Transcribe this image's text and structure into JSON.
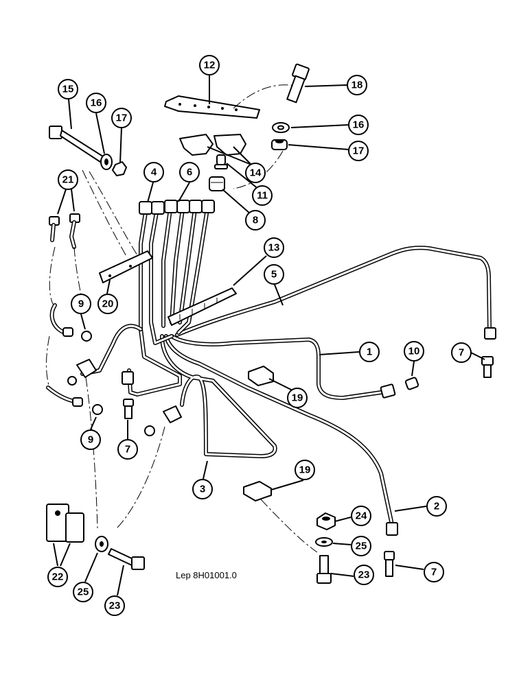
{
  "drawing_reference": "Lep 8H01001.0",
  "callout_labels": {
    "c1": "1",
    "c2": "2",
    "c3": "3",
    "c4": "4",
    "c5": "5",
    "c6": "6",
    "c7a": "7",
    "c7b": "7",
    "c7c": "7",
    "c8": "8",
    "c9a": "9",
    "c9b": "9",
    "c10": "10",
    "c11": "11",
    "c12": "12",
    "c13": "13",
    "c14": "14",
    "c15": "15",
    "c16a": "16",
    "c16b": "16",
    "c17a": "17",
    "c17b": "17",
    "c18": "18",
    "c19a": "19",
    "c19b": "19",
    "c20": "20",
    "c21": "21",
    "c22": "22",
    "c23a": "23",
    "c23b": "23",
    "c24": "24",
    "c25a": "25",
    "c25b": "25"
  }
}
